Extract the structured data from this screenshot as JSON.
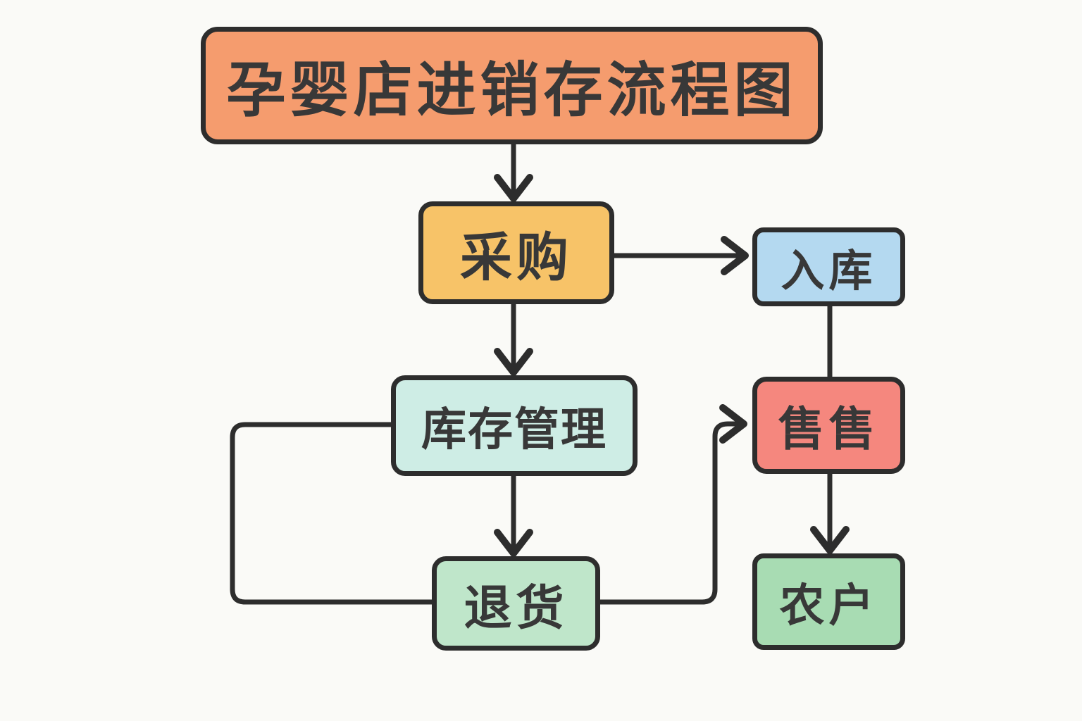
{
  "colors": {
    "background": "#fafaf7",
    "stroke": "#2d2d2d",
    "text": "#383838",
    "title_fill": "#f59c6e",
    "caigou_fill": "#f7c368",
    "ruku_fill": "#b4d9f0",
    "kucun_fill": "#ceede5",
    "shoushou_fill": "#f5877e",
    "tuihuo_fill": "#bfe6ca",
    "nonghu_fill": "#a8dcb3"
  },
  "diagram": {
    "title": {
      "label": "孕婴店进销存流程图"
    },
    "nodes": {
      "caigou": {
        "label": "采购"
      },
      "ruku": {
        "label": "入库"
      },
      "kucun": {
        "label": "库存管理"
      },
      "shoushou": {
        "label": "售售"
      },
      "tuihuo": {
        "label": "退货"
      },
      "nonghu": {
        "label": "农户"
      }
    },
    "edges": [
      {
        "from": "孕婴店进销存流程图",
        "to": "采购",
        "arrow": true,
        "style": "straight-down"
      },
      {
        "from": "采购",
        "to": "入库",
        "arrow": true,
        "style": "straight-right"
      },
      {
        "from": "采购",
        "to": "库存管理",
        "arrow": true,
        "style": "straight-down"
      },
      {
        "from": "入库",
        "to": "售售",
        "arrow": false,
        "style": "straight-down"
      },
      {
        "from": "库存管理",
        "to": "退货",
        "arrow": true,
        "style": "straight-down"
      },
      {
        "from": "售售",
        "to": "农户",
        "arrow": true,
        "style": "straight-down"
      },
      {
        "from": "库存管理",
        "to": "退货",
        "arrow": false,
        "style": "left-side-loop"
      },
      {
        "from": "退货",
        "to": "售售",
        "arrow": true,
        "style": "right-elbow-up"
      }
    ]
  }
}
